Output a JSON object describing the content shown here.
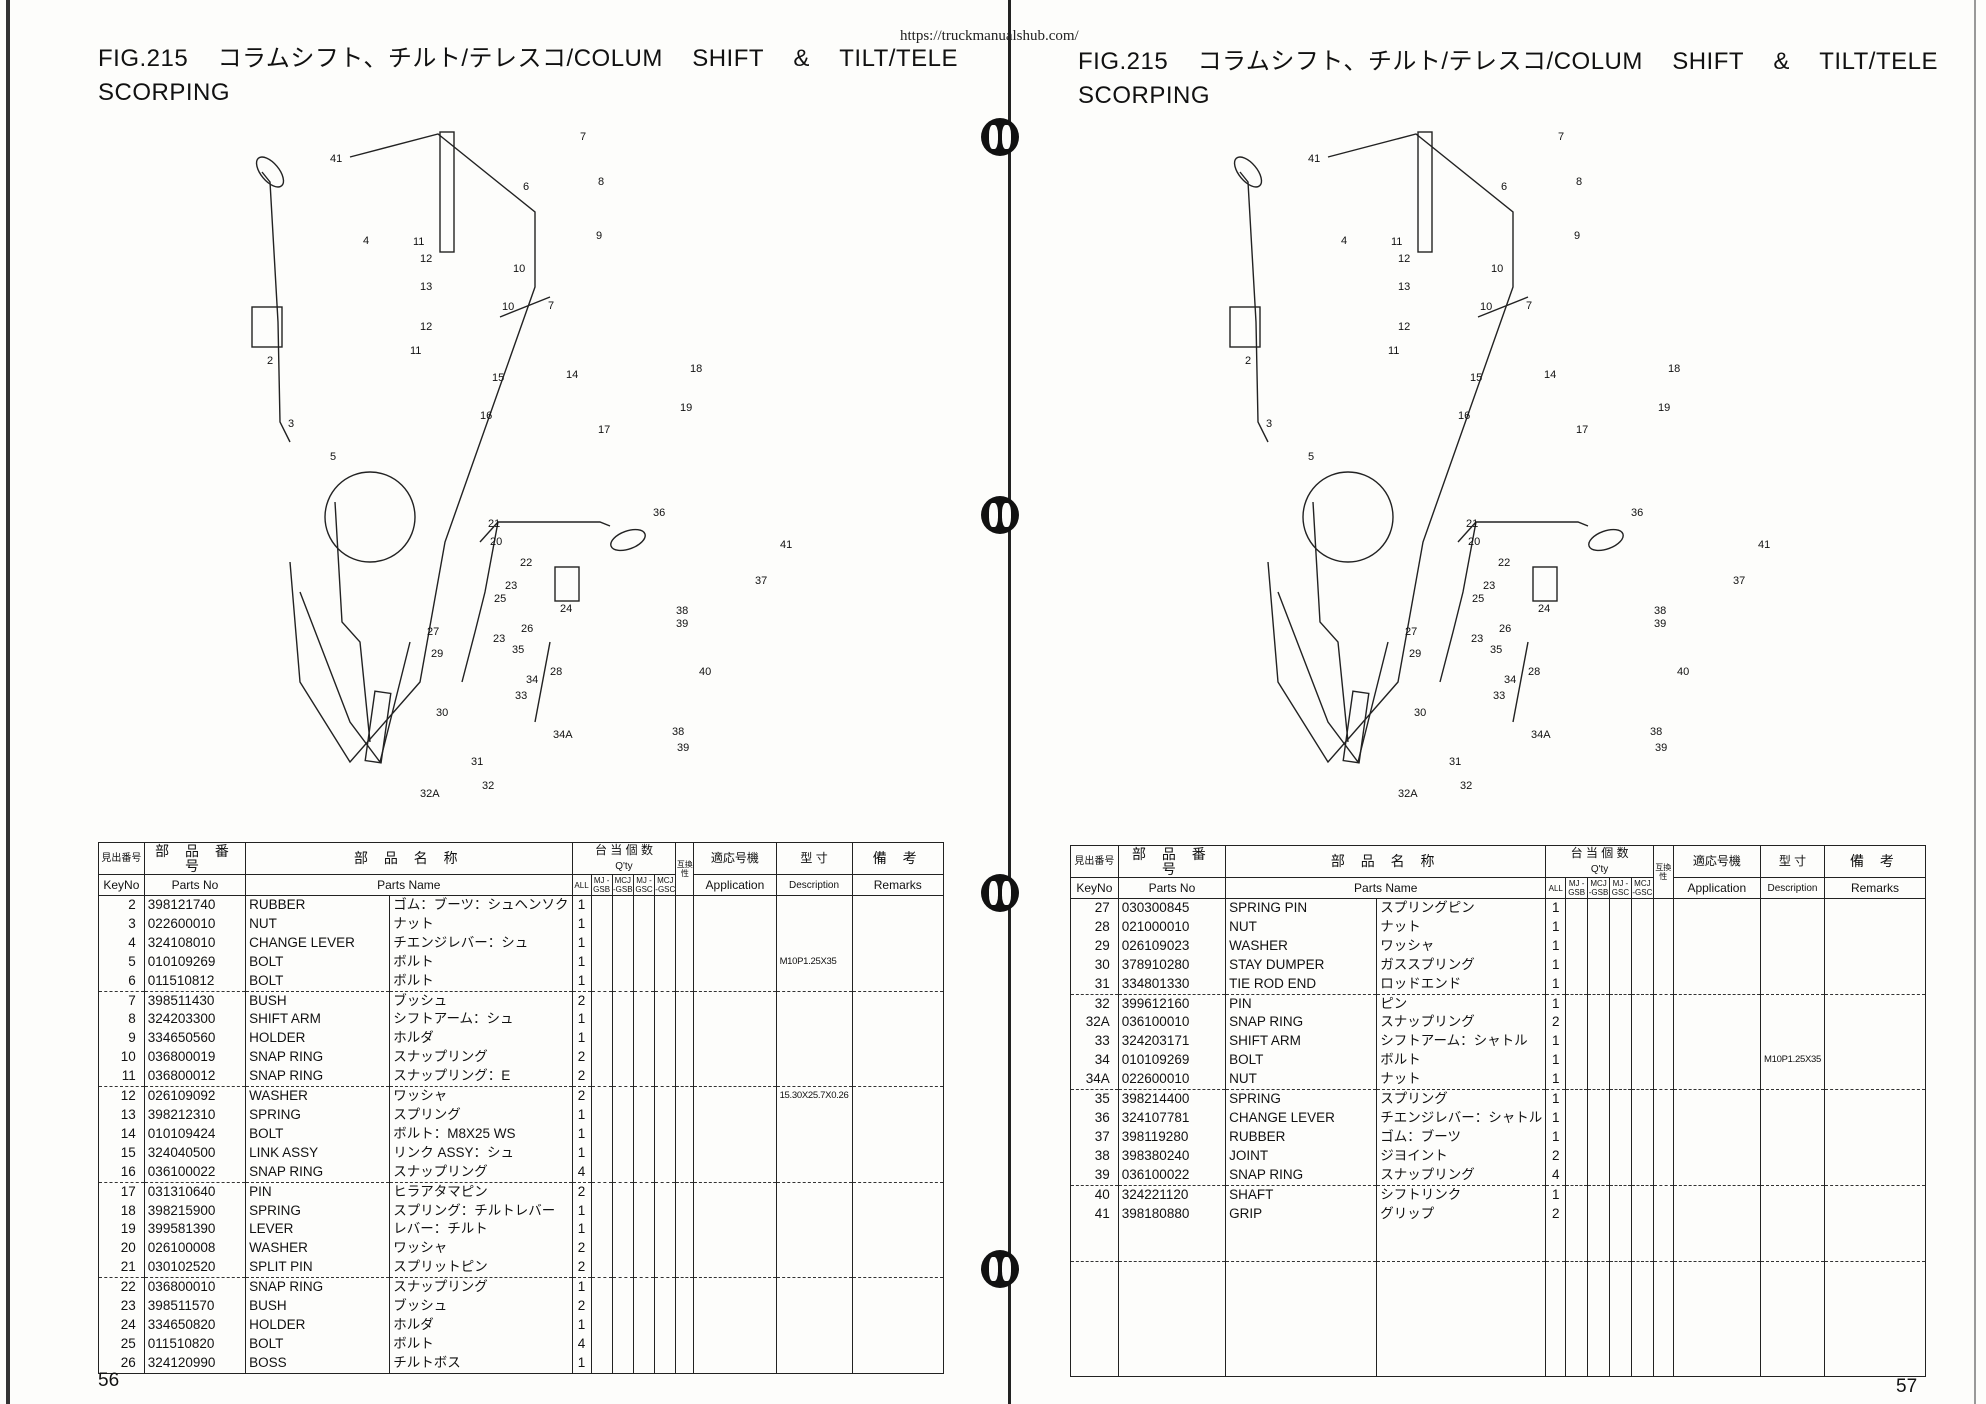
{
  "url": "https://truckmanualshub.com/",
  "left": {
    "title_line1": [
      "FIG.215",
      "コラムシフト、チルト/テレスコ/COLUM",
      "SHIFT",
      "&",
      "TILT/TELE"
    ],
    "title_line2": "SCORPING",
    "page_number": "56",
    "callouts": [
      "41",
      "4",
      "2",
      "3",
      "5",
      "6",
      "7",
      "8",
      "9",
      "10",
      "11",
      "12",
      "13",
      "12",
      "11",
      "10",
      "7",
      "14",
      "15",
      "16",
      "17",
      "18",
      "19",
      "21",
      "20",
      "22",
      "23",
      "25",
      "24",
      "26",
      "23",
      "35",
      "28",
      "27",
      "29",
      "34",
      "33",
      "30",
      "34A",
      "31",
      "32A",
      "32",
      "36",
      "41",
      "37",
      "38",
      "39",
      "40",
      "38",
      "39"
    ],
    "rows": [
      {
        "key": "2",
        "part": "398121740",
        "name": "RUBBER",
        "jp": "ゴム：ブーツ：シュヘンソク",
        "qty": "1",
        "desc": "",
        "group": true
      },
      {
        "key": "3",
        "part": "022600010",
        "name": "NUT",
        "jp": "ナット",
        "qty": "1",
        "desc": ""
      },
      {
        "key": "4",
        "part": "324108010",
        "name": "CHANGE LEVER",
        "jp": "チエンジレバー：シュ",
        "qty": "1",
        "desc": ""
      },
      {
        "key": "5",
        "part": "010109269",
        "name": "BOLT",
        "jp": "ボルト",
        "qty": "1",
        "desc": "M10P1.25X35"
      },
      {
        "key": "6",
        "part": "011510812",
        "name": "BOLT",
        "jp": "ボルト",
        "qty": "1",
        "desc": ""
      },
      {
        "key": "7",
        "part": "398511430",
        "name": "BUSH",
        "jp": "ブッシュ",
        "qty": "2",
        "desc": "",
        "group": true
      },
      {
        "key": "8",
        "part": "324203300",
        "name": "SHIFT ARM",
        "jp": "シフトアーム：シュ",
        "qty": "1",
        "desc": ""
      },
      {
        "key": "9",
        "part": "334650560",
        "name": "HOLDER",
        "jp": "ホルダ",
        "qty": "1",
        "desc": ""
      },
      {
        "key": "10",
        "part": "036800019",
        "name": "SNAP RING",
        "jp": "スナップリング",
        "qty": "2",
        "desc": ""
      },
      {
        "key": "11",
        "part": "036800012",
        "name": "SNAP RING",
        "jp": "スナップリング：E",
        "qty": "2",
        "desc": ""
      },
      {
        "key": "12",
        "part": "026109092",
        "name": "WASHER",
        "jp": "ワッシャ",
        "qty": "2",
        "desc": "15.30X25.7X0.26",
        "group": true
      },
      {
        "key": "13",
        "part": "398212310",
        "name": "SPRING",
        "jp": "スプリング",
        "qty": "1",
        "desc": ""
      },
      {
        "key": "14",
        "part": "010109424",
        "name": "BOLT",
        "jp": "ボルト：M8X25 WS",
        "qty": "1",
        "desc": ""
      },
      {
        "key": "15",
        "part": "324040500",
        "name": "LINK ASSY",
        "jp": "リンク ASSY：シュ",
        "qty": "1",
        "desc": ""
      },
      {
        "key": "16",
        "part": "036100022",
        "name": "SNAP RING",
        "jp": "スナップリング",
        "qty": "4",
        "desc": ""
      },
      {
        "key": "17",
        "part": "031310640",
        "name": "PIN",
        "jp": "ヒラアタマピン",
        "qty": "2",
        "desc": "",
        "group": true
      },
      {
        "key": "18",
        "part": "398215900",
        "name": "SPRING",
        "jp": "スプリング：チルトレバー",
        "qty": "1",
        "desc": ""
      },
      {
        "key": "19",
        "part": "399581390",
        "name": "LEVER",
        "jp": "レバー：チルト",
        "qty": "1",
        "desc": ""
      },
      {
        "key": "20",
        "part": "026100008",
        "name": "WASHER",
        "jp": "ワッシャ",
        "qty": "2",
        "desc": ""
      },
      {
        "key": "21",
        "part": "030102520",
        "name": "SPLIT PIN",
        "jp": "スプリットピン",
        "qty": "2",
        "desc": ""
      },
      {
        "key": "22",
        "part": "036800010",
        "name": "SNAP RING",
        "jp": "スナップリング",
        "qty": "1",
        "desc": "",
        "group": true
      },
      {
        "key": "23",
        "part": "398511570",
        "name": "BUSH",
        "jp": "ブッシュ",
        "qty": "2",
        "desc": ""
      },
      {
        "key": "24",
        "part": "334650820",
        "name": "HOLDER",
        "jp": "ホルダ",
        "qty": "1",
        "desc": ""
      },
      {
        "key": "25",
        "part": "011510820",
        "name": "BOLT",
        "jp": "ボルト",
        "qty": "4",
        "desc": ""
      },
      {
        "key": "26",
        "part": "324120990",
        "name": "BOSS",
        "jp": "チルトボス",
        "qty": "1",
        "desc": ""
      }
    ]
  },
  "right": {
    "title_line1": [
      "FIG.215",
      "コラムシフト、チルト/テレスコ/COLUM",
      "SHIFT",
      "&",
      "TILT/TELE"
    ],
    "title_line2": "SCORPING",
    "page_number": "57",
    "callouts": [
      "41",
      "4",
      "2",
      "3",
      "5",
      "6",
      "7",
      "8",
      "9",
      "10",
      "11",
      "12",
      "13",
      "12",
      "11",
      "10",
      "7",
      "14",
      "15",
      "16",
      "17",
      "18",
      "19",
      "21",
      "20",
      "22",
      "23",
      "25",
      "24",
      "26",
      "23",
      "35",
      "28",
      "27",
      "29",
      "34",
      "33",
      "30",
      "34A",
      "31",
      "32A",
      "32",
      "36",
      "41",
      "37",
      "38",
      "39",
      "40",
      "38",
      "39"
    ],
    "rows": [
      {
        "key": "27",
        "part": "030300845",
        "name": "SPRING PIN",
        "jp": "スプリングピン",
        "qty": "1",
        "desc": "",
        "group": true
      },
      {
        "key": "28",
        "part": "021000010",
        "name": "NUT",
        "jp": "ナット",
        "qty": "1",
        "desc": ""
      },
      {
        "key": "29",
        "part": "026109023",
        "name": "WASHER",
        "jp": "ワッシャ",
        "qty": "1",
        "desc": ""
      },
      {
        "key": "30",
        "part": "378910280",
        "name": "STAY DUMPER",
        "jp": "ガススプリング",
        "qty": "1",
        "desc": ""
      },
      {
        "key": "31",
        "part": "334801330",
        "name": "TIE ROD END",
        "jp": "ロッドエンド",
        "qty": "1",
        "desc": ""
      },
      {
        "key": "32",
        "part": "399612160",
        "name": "PIN",
        "jp": "ピン",
        "qty": "1",
        "desc": "",
        "group": true
      },
      {
        "key": "32A",
        "part": "036100010",
        "name": "SNAP RING",
        "jp": "スナップリング",
        "qty": "2",
        "desc": ""
      },
      {
        "key": "33",
        "part": "324203171",
        "name": "SHIFT ARM",
        "jp": "シフトアーム：シャトル",
        "qty": "1",
        "desc": ""
      },
      {
        "key": "34",
        "part": "010109269",
        "name": "BOLT",
        "jp": "ボルト",
        "qty": "1",
        "desc": "M10P1.25X35"
      },
      {
        "key": "34A",
        "part": "022600010",
        "name": "NUT",
        "jp": "ナット",
        "qty": "1",
        "desc": ""
      },
      {
        "key": "35",
        "part": "398214400",
        "name": "SPRING",
        "jp": "スプリング",
        "qty": "1",
        "desc": "",
        "group": true
      },
      {
        "key": "36",
        "part": "324107781",
        "name": "CHANGE LEVER",
        "jp": "チエンジレバー：シャトル",
        "qty": "1",
        "desc": ""
      },
      {
        "key": "37",
        "part": "398119280",
        "name": "RUBBER",
        "jp": "ゴム：ブーツ",
        "qty": "1",
        "desc": ""
      },
      {
        "key": "38",
        "part": "398380240",
        "name": "JOINT",
        "jp": "ジヨイント",
        "qty": "2",
        "desc": ""
      },
      {
        "key": "39",
        "part": "036100022",
        "name": "SNAP RING",
        "jp": "スナップリング",
        "qty": "4",
        "desc": ""
      },
      {
        "key": "40",
        "part": "324221120",
        "name": "SHAFT",
        "jp": "シフトリンク",
        "qty": "1",
        "desc": "",
        "group": true
      },
      {
        "key": "41",
        "part": "398180880",
        "name": "GRIP",
        "jp": "グリップ",
        "qty": "2",
        "desc": ""
      },
      {
        "key": "",
        "part": "",
        "name": "",
        "jp": "",
        "qty": "",
        "desc": ""
      },
      {
        "key": "",
        "part": "",
        "name": "",
        "jp": "",
        "qty": "",
        "desc": ""
      },
      {
        "key": "",
        "part": "",
        "name": "",
        "jp": "",
        "qty": "",
        "desc": "",
        "group": true
      },
      {
        "key": "",
        "part": "",
        "name": "",
        "jp": "",
        "qty": "",
        "desc": ""
      },
      {
        "key": "",
        "part": "",
        "name": "",
        "jp": "",
        "qty": "",
        "desc": ""
      },
      {
        "key": "",
        "part": "",
        "name": "",
        "jp": "",
        "qty": "",
        "desc": ""
      },
      {
        "key": "",
        "part": "",
        "name": "",
        "jp": "",
        "qty": "",
        "desc": ""
      },
      {
        "key": "",
        "part": "",
        "name": "",
        "jp": "",
        "qty": "",
        "desc": ""
      }
    ]
  },
  "headers": {
    "key_jp": "見出番号",
    "key_en": "KeyNo",
    "part_jp": "部 品 番 号",
    "part_en": "Parts No",
    "name_jp": "部 品 名 称",
    "name_en": "Parts Name",
    "qty_jp": "台 当 個 数",
    "qty_en": "Q'ty",
    "qty_cols": [
      "ALL",
      "MJ -GSB",
      "MCJ -GSB",
      "MJ -GSC",
      "MCJ -GSC"
    ],
    "interchange": "互換性",
    "app_jp": "適応号機",
    "app_en": "Application",
    "desc_jp": "型 寸",
    "desc_en": "Description",
    "rem_jp": "備 考",
    "rem_en": "Remarks"
  }
}
